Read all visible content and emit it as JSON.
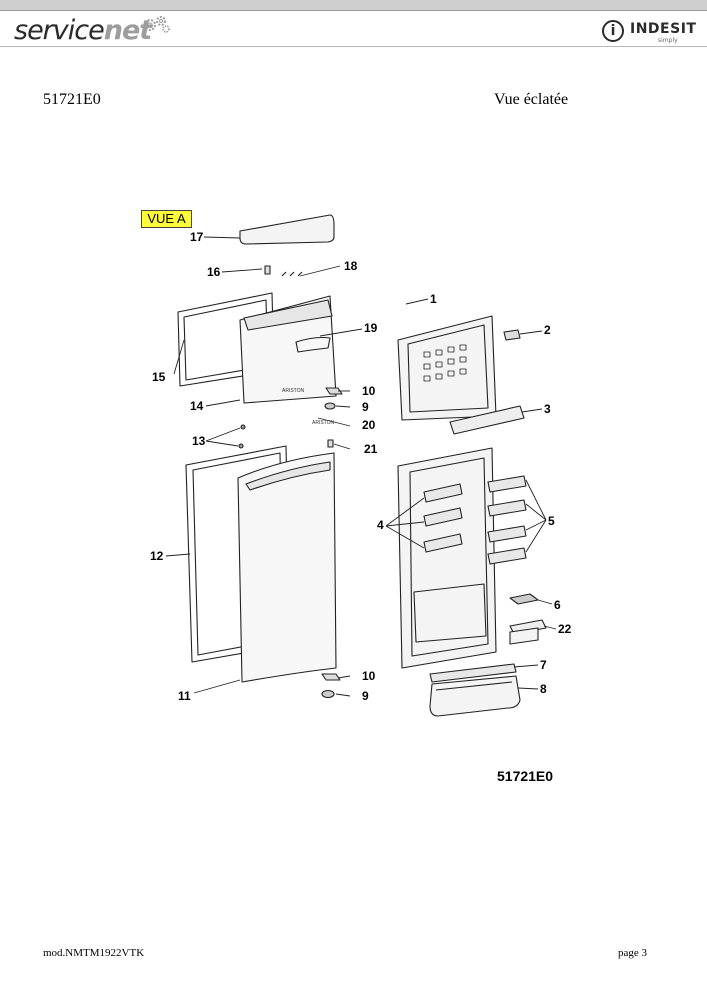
{
  "header": {
    "logo_service": "service",
    "logo_net": "net",
    "brand": "INDESIT",
    "brand_tagline": "simply"
  },
  "document": {
    "code": "51721E0",
    "title": "Vue éclatée",
    "view_label": "VUE A",
    "reference_code": "51721E0"
  },
  "callouts": [
    "1",
    "2",
    "3",
    "4",
    "5",
    "6",
    "7",
    "8",
    "9",
    "10",
    "11",
    "12",
    "13",
    "14",
    "15",
    "16",
    "17",
    "18",
    "19",
    "20",
    "21",
    "22",
    "10",
    "9"
  ],
  "nameplates": [
    "ARISTON",
    "ARISTON"
  ],
  "footer": {
    "model": "mod.NMTM1922VTK",
    "page": "page 3"
  }
}
